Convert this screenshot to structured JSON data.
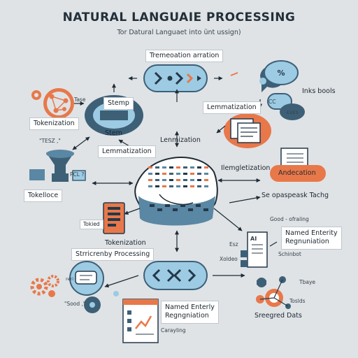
{
  "title": "NATURAL LANGUAIE PROCESSING",
  "subtitle": "Tor Datural Languaet into ünt ussign)",
  "nodes": {
    "top_flow_label": "Tremeoation arration",
    "tokenization_left": "Tokenization",
    "tase": "Tase",
    "stem_top": "Stemp",
    "stem_bottom": "Stem",
    "lemmatization_left": "Lemmatization",
    "lemmatization_center": "Lenmization",
    "lemmatization_right": "Lemmatization",
    "inks_bools": "Inks bools",
    "tesz": "\"TESZ ,\"",
    "pcl": "PCL ?",
    "tokelloce": "Tokelloce",
    "ilemgletization": "Ilemgletization",
    "andecation": "Andecation",
    "se_opaspeak": "Se opaspeask Tachg",
    "tokied": "Tokied",
    "tokenization_bottom": "Tokenization",
    "good_ofraling": "Good - ofraling",
    "named_entity_right": "Named Enterity\nRegnuniation",
    "esz": "Esz",
    "xoldeo": "Xoldeo",
    "schinbot": "Schinbot",
    "structure_processing": "Strricrenby Processing",
    "ai": "AI",
    "tbaye": "Tbaye",
    "toslds": "Toslds",
    "named_entity_bottom": "Named Enterly\nRegngniation",
    "carayling": "Carayling",
    "sreegred_dats": "Sreegred Dats",
    "sood": "\"Sood ,\"",
    "reri": "reri",
    "cc": "CC",
    "exes": "EXES"
  },
  "colors": {
    "background": "#dfe3e6",
    "navy": "#3d6077",
    "steel": "#5a87a3",
    "sky": "#9ccbe3",
    "orange": "#e8784a",
    "paper": "#ffffff"
  }
}
